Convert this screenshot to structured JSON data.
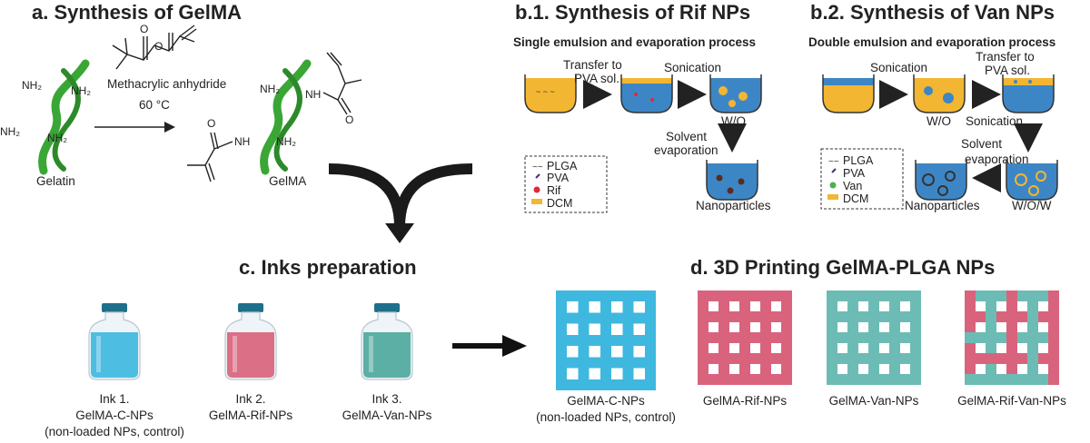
{
  "section_a": {
    "title": "a. Synthesis of GelMA",
    "reagent": "Methacrylic anhydride",
    "temperature": "60 °C",
    "gelatin_label": "Gelatin",
    "gelma_label": "GelMA",
    "nh2": "NH₂",
    "nh": "NH",
    "o": "O"
  },
  "section_b1": {
    "title": "b.1. Synthesis of Rif NPs",
    "process": "Single emulsion and evaporation process",
    "step_transfer_1": "Transfer to",
    "step_transfer_2": "PVA sol.",
    "step_sonication": "Sonication",
    "wo": "W/O",
    "solvent_1": "Solvent",
    "solvent_2": "evaporation",
    "nanoparticles": "Nanoparticles",
    "legend": [
      "PLGA",
      "PVA",
      "Rif",
      "DCM"
    ]
  },
  "section_b2": {
    "title": "b.2. Synthesis of Van NPs",
    "process": "Double emulsion and evaporation process",
    "step_sonication_1": "Sonication",
    "step_transfer_1": "Transfer to",
    "step_transfer_2": "PVA sol.",
    "wo": "W/O",
    "step_sonication_2": "Sonication",
    "solvent_1": "Solvent",
    "solvent_2": "evaporation",
    "wow": "W/O/W",
    "nanoparticles": "Nanoparticles",
    "legend": [
      "PLGA",
      "PVA",
      "Van",
      "DCM"
    ]
  },
  "section_c": {
    "title": "c. Inks preparation",
    "inks": [
      {
        "line1": "Ink 1.",
        "line2": "GelMA-C-NPs",
        "line3": "(non-loaded NPs, control)",
        "color": "#3fb8df"
      },
      {
        "line1": "Ink 2.",
        "line2": "GelMA-Rif-NPs",
        "line3": "",
        "color": "#d9637c"
      },
      {
        "line1": "Ink 3.",
        "line2": "GelMA-Van-NPs",
        "line3": "",
        "color": "#4fa89c"
      }
    ]
  },
  "section_d": {
    "title": "d. 3D Printing GelMA-PLGA NPs",
    "scaffolds": [
      {
        "line1": "GelMA-C-NPs",
        "line2": "(non-loaded NPs, control)",
        "color": "#3fb8df"
      },
      {
        "line1": "GelMA-Rif-NPs",
        "line2": "",
        "color": "#d9637c"
      },
      {
        "line1": "GelMA-Van-NPs",
        "line2": "",
        "color": "#6cbcb5"
      },
      {
        "line1": "GelMA-Rif-Van-NPs",
        "line2": "",
        "color": "mixed"
      }
    ]
  },
  "colors": {
    "dcm": "#f2b632",
    "water": "#3d86c6",
    "rif": "#e5263a",
    "van": "#4caf50",
    "helix": "#3aa635",
    "cap": "#1f6f8b"
  }
}
